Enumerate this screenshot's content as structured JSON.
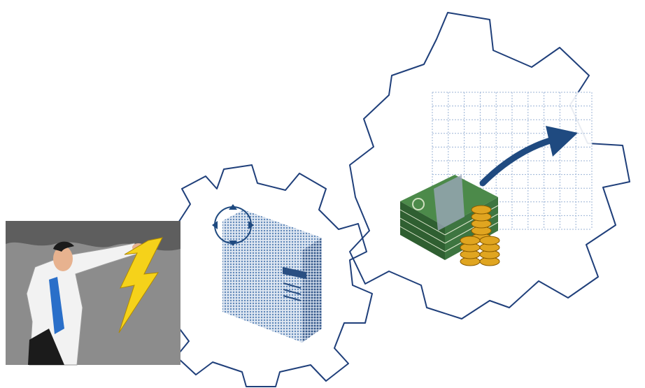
{
  "scene": {
    "gear_outline_color": "#1f3f7a",
    "storm_sky_color": "#8c8c8c",
    "bolt_color": "#f5d21a",
    "shirt_color": "#f2f2f2",
    "tie_color": "#2a6fc9",
    "server_color": "#6d93bf",
    "grid_color": "#9bb3d6",
    "arrow_color": "#1f4a80",
    "cash_color": "#4c8a4a",
    "coin_color": "#e0a520"
  },
  "icons": [
    "storm-businessman-clipart",
    "lightning-bolt-icon",
    "small-gear-outline",
    "large-gear-outline",
    "server-tower-icon",
    "refresh-cycle-icon",
    "growth-chart-grid",
    "upward-trend-arrow-icon",
    "money-stack-icon",
    "coin-stack-icon"
  ]
}
